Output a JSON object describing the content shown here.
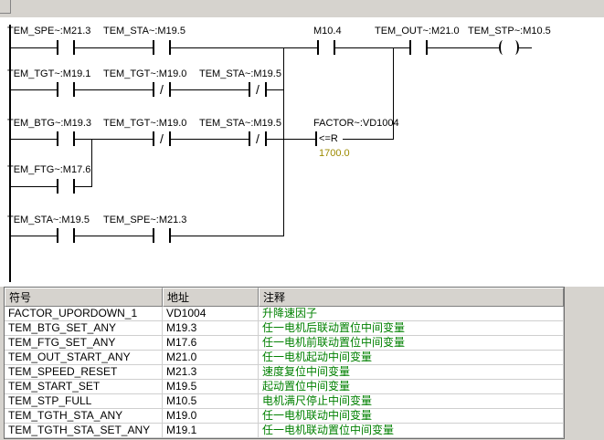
{
  "colors": {
    "comment": "#008000",
    "operand_value": "#9c8a00",
    "wire": "#000000",
    "panel_gray": "#d6d3ce"
  },
  "glyphs": {
    "nc_slash": "/"
  },
  "ladder": {
    "rung1": {
      "contact1": "TEM_SPE~:M21.3",
      "contact2": "TEM_STA~:M19.5",
      "contact3": "M10.4",
      "contact4": "TEM_OUT~:M21.0",
      "coil": "TEM_STP~:M10.5"
    },
    "branch2": {
      "contact1": "TEM_TGT~:M19.1",
      "contact2": "TEM_TGT~:M19.0",
      "contact3": "TEM_STA~:M19.5"
    },
    "branch3": {
      "contact1": "TEM_BTG~:M19.3",
      "contact2": "TEM_TGT~:M19.0",
      "contact3": "TEM_STA~:M19.5",
      "compare_operand": "FACTOR~:VD1004",
      "compare_op": "<=R",
      "compare_value": "1700.0"
    },
    "branch4": {
      "contact1": "TEM_FTG~:M17.6"
    },
    "branch5": {
      "contact1": "TEM_STA~:M19.5",
      "contact2": "TEM_SPE~:M21.3"
    }
  },
  "symbol_table": {
    "headers": [
      "符号",
      "地址",
      "注释"
    ],
    "rows": [
      {
        "symbol": "FACTOR_UPORDOWN_1",
        "address": "VD1004",
        "comment": "升降速因子"
      },
      {
        "symbol": "TEM_BTG_SET_ANY",
        "address": "M19.3",
        "comment": "任一电机后联动置位中间变量"
      },
      {
        "symbol": "TEM_FTG_SET_ANY",
        "address": "M17.6",
        "comment": "任一电机前联动置位中间变量"
      },
      {
        "symbol": "TEM_OUT_START_ANY",
        "address": "M21.0",
        "comment": "任一电机起动中间变量"
      },
      {
        "symbol": "TEM_SPEED_RESET",
        "address": "M21.3",
        "comment": "速度复位中间变量"
      },
      {
        "symbol": "TEM_START_SET",
        "address": "M19.5",
        "comment": "起动置位中间变量"
      },
      {
        "symbol": "TEM_STP_FULL",
        "address": "M10.5",
        "comment": "电机满尺停止中间变量"
      },
      {
        "symbol": "TEM_TGTH_STA_ANY",
        "address": "M19.0",
        "comment": "任一电机联动中间变量"
      },
      {
        "symbol": "TEM_TGTH_STA_SET_ANY",
        "address": "M19.1",
        "comment": "任一电机联动置位中间变量"
      }
    ]
  }
}
